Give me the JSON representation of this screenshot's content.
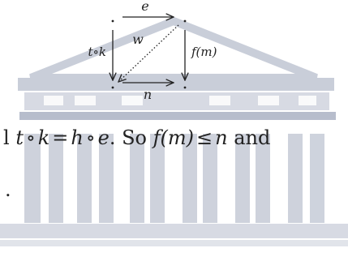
{
  "diagram": {
    "top_arrow_label": "e",
    "diag_label": "w",
    "left_label": "t∘k",
    "right_label": "f(m)",
    "bottom_arrow_label": "n"
  },
  "text": {
    "lead": "l ",
    "expr_lhs_a": "t",
    "circ1": "∘",
    "expr_lhs_b": "k",
    "eq": "=",
    "expr_rhs_a": "h",
    "circ2": "∘",
    "expr_rhs_b": "e",
    "sep": ". So ",
    "fm": "f(m)",
    "le": "≤",
    "n": "n",
    "tail": " and",
    "period": "."
  },
  "colors": {
    "watermark": "#c9ced9",
    "watermark_band": "#b7bdcc",
    "ink": "#222222"
  }
}
